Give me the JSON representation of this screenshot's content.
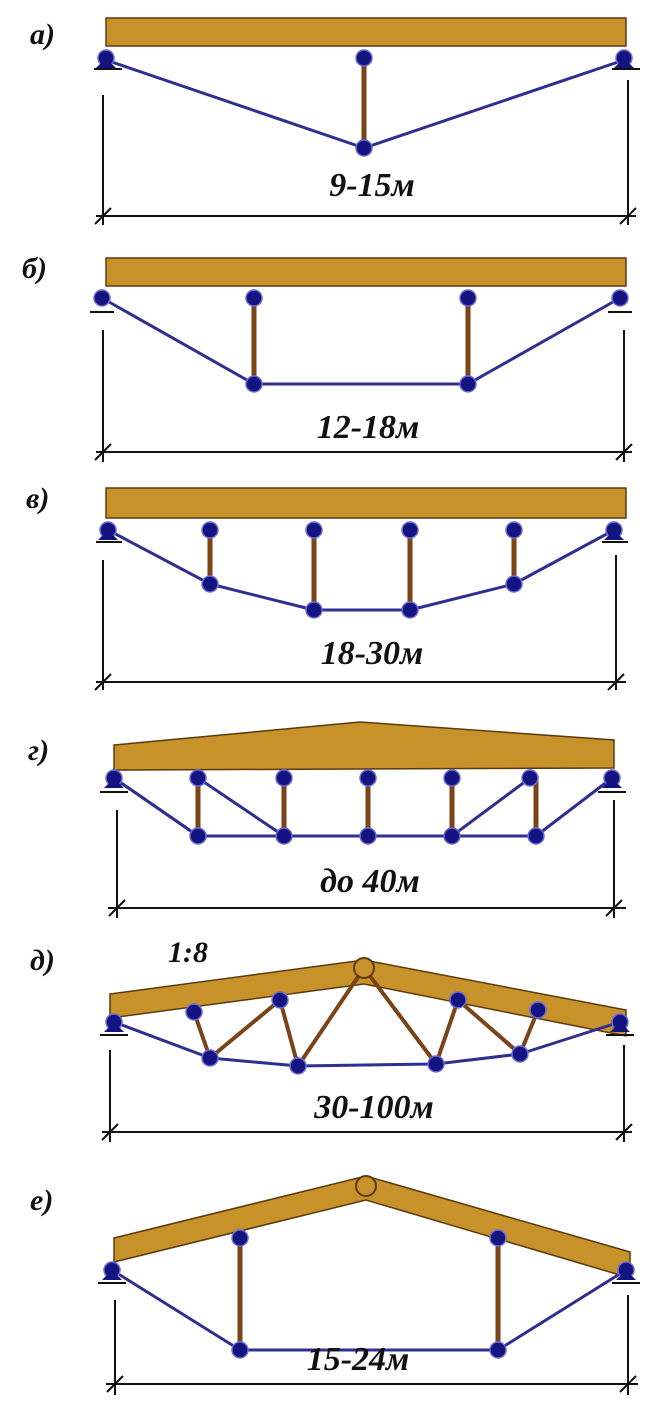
{
  "colors": {
    "timber": "#c8922a",
    "timber_edge": "#5a3a10",
    "tie": "#2f2f8f",
    "post": "#7a4418",
    "joint": "#141480",
    "dim_line": "#111111"
  },
  "panels": [
    {
      "id": "a",
      "label": "а)",
      "span": "9-15м",
      "roof": "flat",
      "rods": "posts",
      "inner_nodes": 1
    },
    {
      "id": "b",
      "label": "б)",
      "span": "12-18м",
      "roof": "flat",
      "rods": "posts",
      "inner_nodes": 2
    },
    {
      "id": "v",
      "label": "в)",
      "span": "18-30м",
      "roof": "flat",
      "rods": "posts",
      "inner_nodes": 4
    },
    {
      "id": "g",
      "label": "г)",
      "span": "до 40м",
      "roof": "gentle-pitch",
      "rods": "posts-and-diagonals",
      "inner_nodes": 5
    },
    {
      "id": "d",
      "label": "д)",
      "span": "30-100м",
      "roof": "pitched",
      "rods": "zigzag-web",
      "slope": "1:8",
      "inner_nodes": 4
    },
    {
      "id": "e",
      "label": "е)",
      "span": "15-24м",
      "roof": "steep-pitch",
      "rods": "posts",
      "inner_nodes": 2
    }
  ]
}
